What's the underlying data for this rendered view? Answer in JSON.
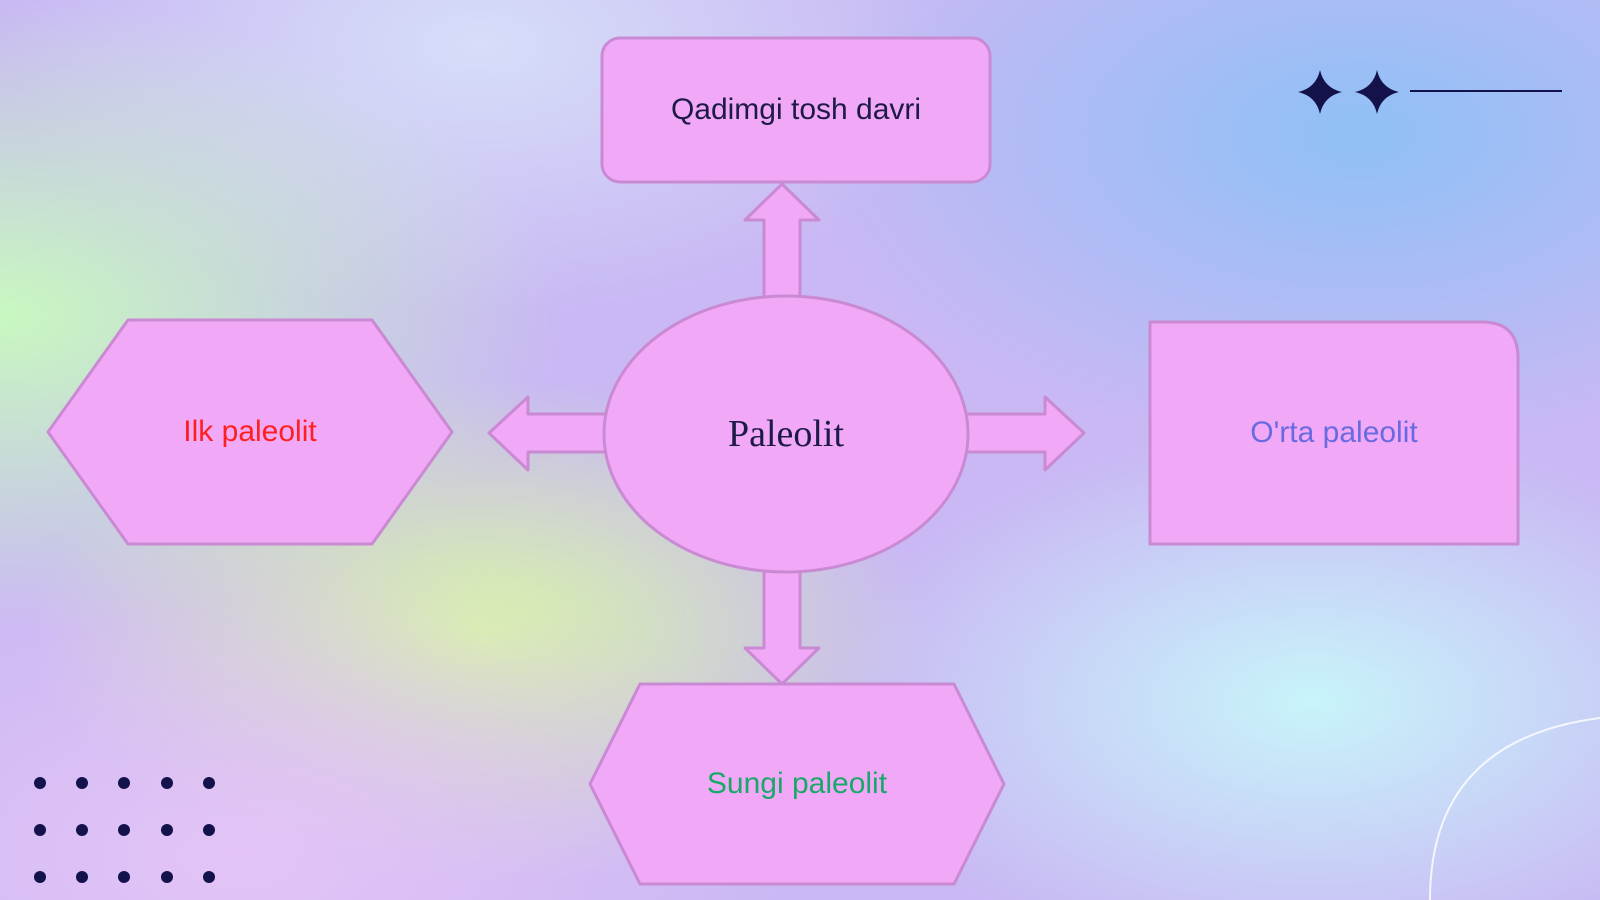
{
  "nodes": {
    "top": {
      "label": "Qadimgi tosh davri"
    },
    "center": {
      "label": "Paleolit"
    },
    "left": {
      "label": "Ilk paleolit"
    },
    "right": {
      "label": "O'rta paleolit"
    },
    "bottom": {
      "label": "Sungi paleolit"
    }
  },
  "colors": {
    "shape_fill": "#f1a9f7",
    "shape_stroke": "#c98ad3",
    "text_dark": "#1e1a48",
    "left_text": "#ff1f1f",
    "right_text": "#6a6ae0",
    "bottom_text": "#1aa86a",
    "decor": "#14124a"
  },
  "decor_icons": [
    "sparkle-icon",
    "sparkle-icon",
    "dot-grid",
    "corner-arc"
  ]
}
